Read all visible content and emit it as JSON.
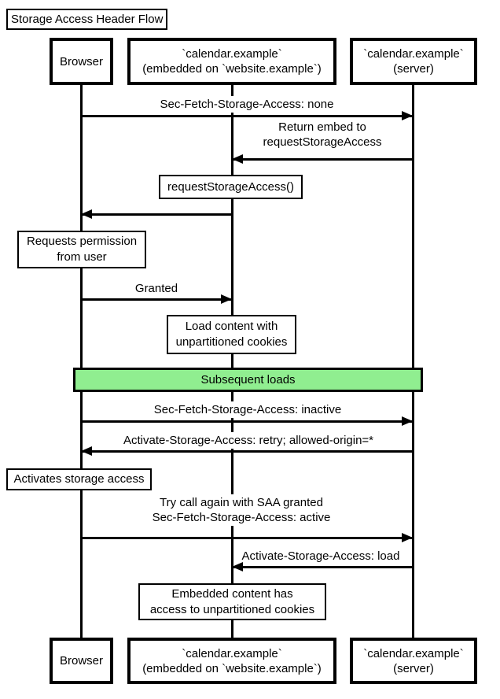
{
  "title": "Storage Access Header Flow",
  "actors": {
    "browser": {
      "label": "Browser"
    },
    "embedded": {
      "line1": "`calendar.example`",
      "line2": "(embedded on `website.example`)"
    },
    "server": {
      "line1": "`calendar.example`",
      "line2": "(server)"
    }
  },
  "messages": {
    "sec_fetch_none": {
      "label": "Sec-Fetch-Storage-Access: none"
    },
    "return_embed": {
      "line1": "Return embed to",
      "line2": "requestStorageAccess"
    },
    "granted": {
      "label": "Granted"
    },
    "sec_fetch_inactive": {
      "label": "Sec-Fetch-Storage-Access: inactive"
    },
    "activate_retry": {
      "label": "Activate-Storage-Access: retry; allowed-origin=*"
    },
    "try_again": {
      "line1": "Try call again with SAA granted",
      "line2": "Sec-Fetch-Storage-Access: active"
    },
    "activate_load": {
      "label": "Activate-Storage-Access: load"
    }
  },
  "notes": {
    "request_storage_access": {
      "label": "requestStorageAccess()"
    },
    "requests_permission": {
      "line1": "Requests permission",
      "line2": "from user"
    },
    "load_content": {
      "line1": "Load content with",
      "line2": "unpartitioned cookies"
    },
    "activates_storage_access": {
      "label": "Activates storage access"
    },
    "embedded_content": {
      "line1": "Embedded content has",
      "line2": "access to unpartitioned cookies"
    }
  },
  "band": {
    "label": "Subsequent loads"
  },
  "colors": {
    "line": "#000000",
    "background": "#FFFFFF",
    "box_fill": "#FFFFFF",
    "band_fill": "#90EE90",
    "band_border": "#000000",
    "text": "#000000"
  }
}
